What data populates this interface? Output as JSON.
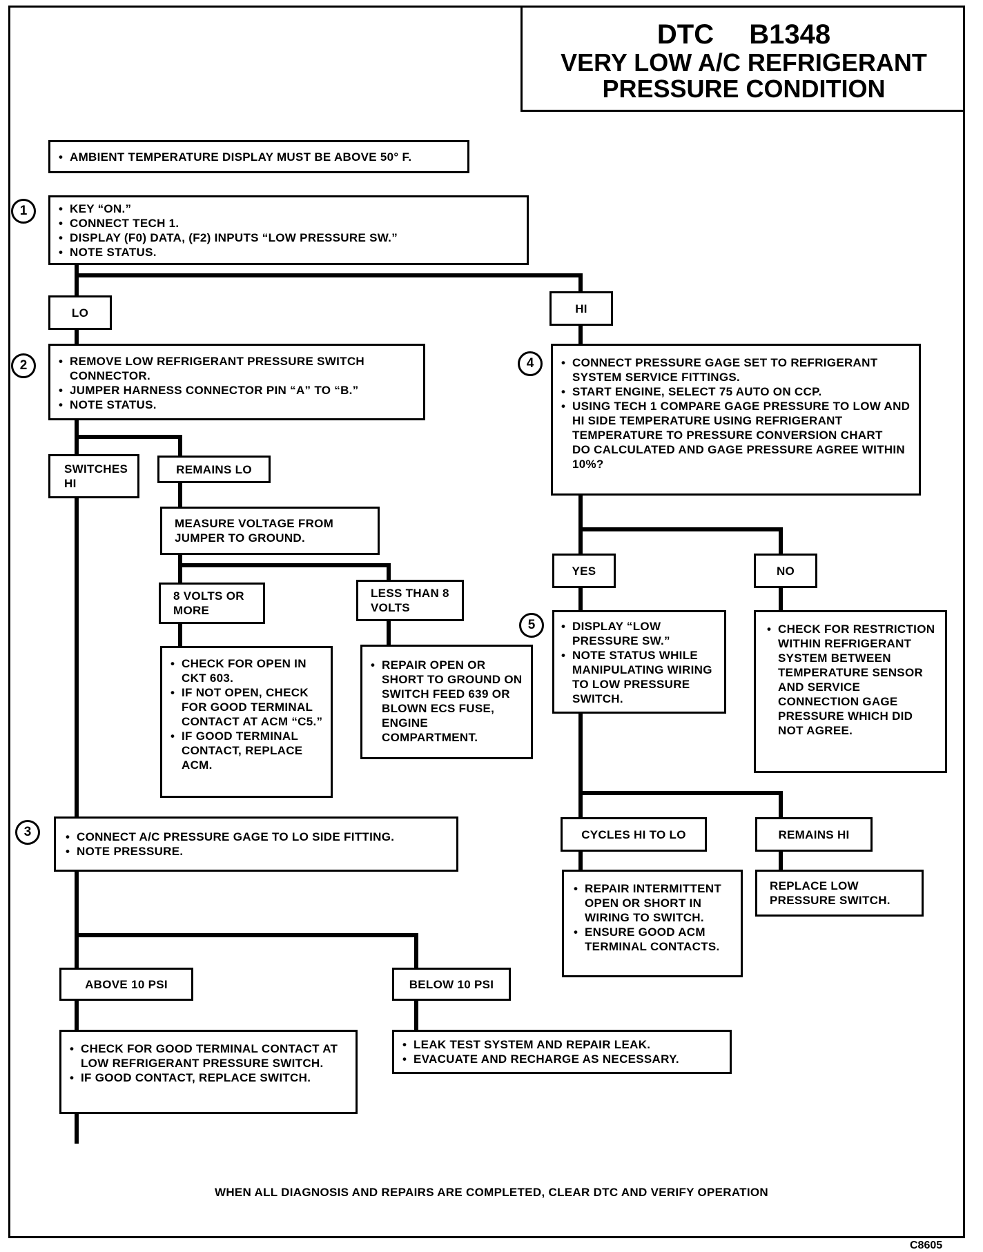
{
  "title": {
    "code": "DTC B1348",
    "line1": "VERY LOW A/C REFRIGERANT",
    "line2": "PRESSURE CONDITION"
  },
  "precondition": "AMBIENT TEMPERATURE DISPLAY MUST BE ABOVE 50° F.",
  "step1": {
    "number": "1",
    "items": [
      "KEY “ON.”",
      "CONNECT TECH 1.",
      "DISPLAY (F0) DATA, (F2) INPUTS “LOW PRESSURE SW.”",
      "NOTE STATUS."
    ]
  },
  "branch1": {
    "lo": "LO",
    "hi": "HI"
  },
  "step2": {
    "number": "2",
    "items": [
      "REMOVE LOW REFRIGERANT PRESSURE SWITCH CONNECTOR.",
      "JUMPER HARNESS CONNECTOR PIN “A” TO “B.”",
      "NOTE STATUS."
    ]
  },
  "branch2": {
    "switches_hi": "SWITCHES HI",
    "remains_lo": "REMAINS LO"
  },
  "measure": "MEASURE VOLTAGE FROM JUMPER TO GROUND.",
  "branch3": {
    "eight_or_more": "8 VOLTS OR MORE",
    "less_than_eight": "LESS THAN 8 VOLTS"
  },
  "check_open": {
    "items": [
      "CHECK FOR OPEN IN CKT 603.",
      "IF NOT OPEN, CHECK FOR GOOD TERMINAL CONTACT AT ACM “C5.”",
      "IF GOOD TERMINAL CONTACT, REPLACE ACM."
    ]
  },
  "repair_open": {
    "items": [
      "REPAIR OPEN OR SHORT TO GROUND ON SWITCH FEED 639 OR BLOWN ECS FUSE, ENGINE COMPARTMENT."
    ]
  },
  "step3": {
    "number": "3",
    "items": [
      "CONNECT A/C PRESSURE GAGE TO LO SIDE FITTING.",
      "NOTE PRESSURE."
    ]
  },
  "branch4": {
    "above": "ABOVE 10 PSI",
    "below": "BELOW 10 PSI"
  },
  "check_contact": {
    "items": [
      "CHECK FOR GOOD TERMINAL CONTACT AT LOW REFRIGERANT PRESSURE SWITCH.",
      "IF GOOD CONTACT, REPLACE SWITCH."
    ]
  },
  "leak_test": {
    "items": [
      "LEAK TEST SYSTEM AND REPAIR LEAK.",
      "EVACUATE AND RECHARGE AS NECESSARY."
    ]
  },
  "step4": {
    "number": "4",
    "items": [
      "CONNECT PRESSURE GAGE SET TO REFRIGERANT SYSTEM SERVICE FITTINGS.",
      "START ENGINE, SELECT 75 AUTO ON CCP.",
      "USING TECH 1 COMPARE GAGE PRESSURE TO LOW AND HI SIDE TEMPERATURE USING REFRIGERANT TEMPERATURE TO PRESSURE CONVERSION CHART"
    ],
    "question": "DO CALCULATED AND GAGE PRESSURE AGREE WITHIN 10%?"
  },
  "branch5": {
    "yes": "YES",
    "no": "NO"
  },
  "step5": {
    "number": "5",
    "items": [
      "DISPLAY “LOW PRESSURE SW.”",
      "NOTE STATUS WHILE MANIPULATING WIRING TO LOW PRESSURE SWITCH."
    ]
  },
  "check_restriction": {
    "items": [
      "CHECK FOR RESTRICTION WITHIN REFRIGERANT SYSTEM BETWEEN TEMPERATURE SENSOR AND SERVICE CONNECTION GAGE PRESSURE WHICH DID NOT AGREE."
    ]
  },
  "branch6": {
    "cycles": "CYCLES HI TO LO",
    "remains_hi": "REMAINS HI"
  },
  "repair_intermittent": {
    "items": [
      "REPAIR INTERMITTENT OPEN OR SHORT IN WIRING TO SWITCH.",
      "ENSURE GOOD ACM TERMINAL CONTACTS."
    ]
  },
  "replace_switch": "REPLACE LOW PRESSURE SWITCH.",
  "footer": "WHEN ALL DIAGNOSIS AND REPAIRS ARE COMPLETED, CLEAR DTC AND VERIFY OPERATION",
  "figure_number": "C8605"
}
